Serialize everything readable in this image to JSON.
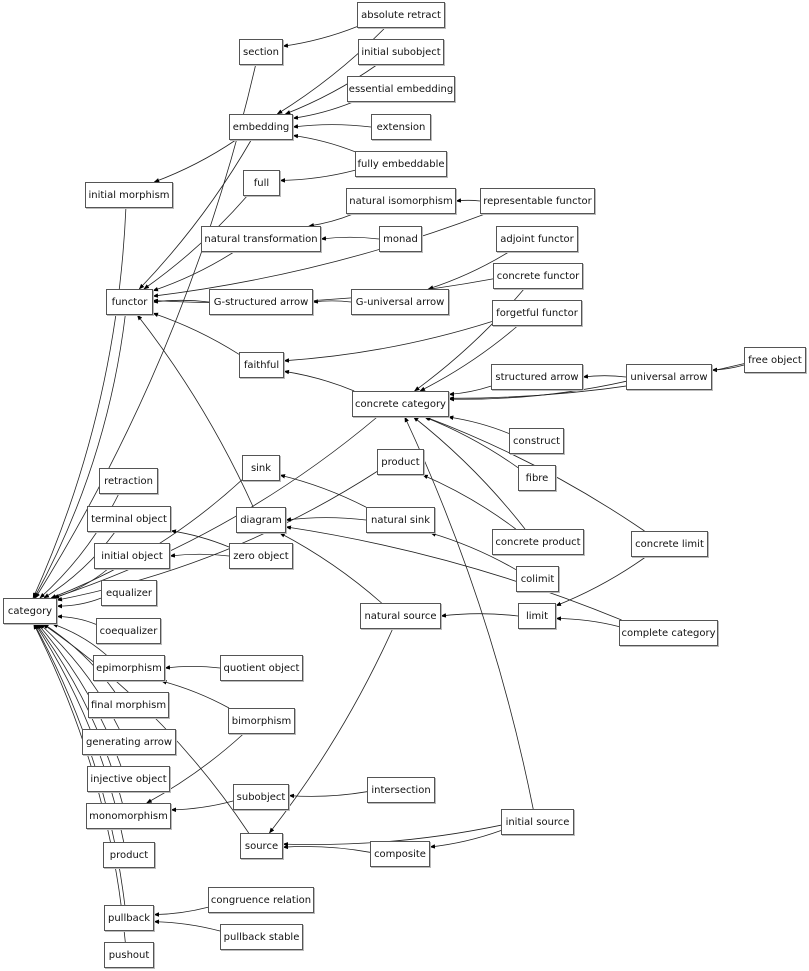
{
  "diagram": {
    "type": "directed-graph",
    "nodes": [
      {
        "id": "absolute_retract",
        "label": "absolute retract"
      },
      {
        "id": "section",
        "label": "section"
      },
      {
        "id": "initial_subobject",
        "label": "initial subobject"
      },
      {
        "id": "essential_embedding",
        "label": "essential embedding"
      },
      {
        "id": "embedding",
        "label": "embedding"
      },
      {
        "id": "extension",
        "label": "extension"
      },
      {
        "id": "fully_embeddable",
        "label": "fully embeddable"
      },
      {
        "id": "initial_morphism",
        "label": "initial morphism"
      },
      {
        "id": "full",
        "label": "full"
      },
      {
        "id": "natural_isomorphism",
        "label": "natural isomorphism"
      },
      {
        "id": "representable_functor",
        "label": "representable functor"
      },
      {
        "id": "natural_transformation",
        "label": "natural transformation"
      },
      {
        "id": "monad",
        "label": "monad"
      },
      {
        "id": "adjoint_functor",
        "label": "adjoint functor"
      },
      {
        "id": "concrete_functor",
        "label": "concrete functor"
      },
      {
        "id": "functor",
        "label": "functor"
      },
      {
        "id": "g_structured_arrow",
        "label": "G-structured arrow"
      },
      {
        "id": "g_universal_arrow",
        "label": "G-universal arrow"
      },
      {
        "id": "forgetful_functor",
        "label": "forgetful functor"
      },
      {
        "id": "faithful",
        "label": "faithful"
      },
      {
        "id": "free_object",
        "label": "free object"
      },
      {
        "id": "structured_arrow",
        "label": "structured arrow"
      },
      {
        "id": "universal_arrow",
        "label": "universal arrow"
      },
      {
        "id": "concrete_category",
        "label": "concrete category"
      },
      {
        "id": "construct",
        "label": "construct"
      },
      {
        "id": "product_top",
        "label": "product"
      },
      {
        "id": "sink",
        "label": "sink"
      },
      {
        "id": "fibre",
        "label": "fibre"
      },
      {
        "id": "retraction",
        "label": "retraction"
      },
      {
        "id": "terminal_object",
        "label": "terminal object"
      },
      {
        "id": "diagram",
        "label": "diagram"
      },
      {
        "id": "natural_sink",
        "label": "natural sink"
      },
      {
        "id": "concrete_product",
        "label": "concrete product"
      },
      {
        "id": "concrete_limit",
        "label": "concrete limit"
      },
      {
        "id": "initial_object",
        "label": "initial object"
      },
      {
        "id": "zero_object",
        "label": "zero object"
      },
      {
        "id": "colimit",
        "label": "colimit"
      },
      {
        "id": "equalizer",
        "label": "equalizer"
      },
      {
        "id": "category",
        "label": "category"
      },
      {
        "id": "natural_source",
        "label": "natural source"
      },
      {
        "id": "limit",
        "label": "limit"
      },
      {
        "id": "complete_category",
        "label": "complete category"
      },
      {
        "id": "coequalizer",
        "label": "coequalizer"
      },
      {
        "id": "epimorphism",
        "label": "epimorphism"
      },
      {
        "id": "quotient_object",
        "label": "quotient object"
      },
      {
        "id": "final_morphism",
        "label": "final morphism"
      },
      {
        "id": "bimorphism",
        "label": "bimorphism"
      },
      {
        "id": "generating_arrow",
        "label": "generating arrow"
      },
      {
        "id": "injective_object",
        "label": "injective object"
      },
      {
        "id": "intersection",
        "label": "intersection"
      },
      {
        "id": "subobject",
        "label": "subobject"
      },
      {
        "id": "monomorphism",
        "label": "monomorphism"
      },
      {
        "id": "initial_source",
        "label": "initial source"
      },
      {
        "id": "source",
        "label": "source"
      },
      {
        "id": "product_bottom",
        "label": "product"
      },
      {
        "id": "composite",
        "label": "composite"
      },
      {
        "id": "congruence_relation",
        "label": "congruence relation"
      },
      {
        "id": "pullback",
        "label": "pullback"
      },
      {
        "id": "pullback_stable",
        "label": "pullback stable"
      },
      {
        "id": "pushout",
        "label": "pushout"
      }
    ],
    "edges": [
      [
        "absolute_retract",
        "section"
      ],
      [
        "absolute_retract",
        "embedding"
      ],
      [
        "initial_subobject",
        "embedding"
      ],
      [
        "essential_embedding",
        "embedding"
      ],
      [
        "extension",
        "embedding"
      ],
      [
        "fully_embeddable",
        "embedding"
      ],
      [
        "fully_embeddable",
        "full"
      ],
      [
        "embedding",
        "initial_morphism"
      ],
      [
        "embedding",
        "functor"
      ],
      [
        "section",
        "category"
      ],
      [
        "initial_morphism",
        "category"
      ],
      [
        "full",
        "functor"
      ],
      [
        "natural_isomorphism",
        "natural_transformation"
      ],
      [
        "representable_functor",
        "natural_isomorphism"
      ],
      [
        "representable_functor",
        "functor"
      ],
      [
        "monad",
        "natural_transformation"
      ],
      [
        "natural_transformation",
        "functor"
      ],
      [
        "adjoint_functor",
        "g_universal_arrow"
      ],
      [
        "g_universal_arrow",
        "g_structured_arrow"
      ],
      [
        "g_structured_arrow",
        "functor"
      ],
      [
        "concrete_functor",
        "functor"
      ],
      [
        "concrete_functor",
        "concrete_category"
      ],
      [
        "forgetful_functor",
        "faithful"
      ],
      [
        "forgetful_functor",
        "concrete_category"
      ],
      [
        "faithful",
        "functor"
      ],
      [
        "functor",
        "category"
      ],
      [
        "free_object",
        "universal_arrow"
      ],
      [
        "free_object",
        "concrete_category"
      ],
      [
        "universal_arrow",
        "structured_arrow"
      ],
      [
        "universal_arrow",
        "concrete_category"
      ],
      [
        "structured_arrow",
        "concrete_category"
      ],
      [
        "concrete_category",
        "faithful"
      ],
      [
        "concrete_category",
        "category"
      ],
      [
        "construct",
        "concrete_category"
      ],
      [
        "fibre",
        "concrete_category"
      ],
      [
        "concrete_product",
        "concrete_category"
      ],
      [
        "concrete_product",
        "product_top"
      ],
      [
        "concrete_limit",
        "concrete_category"
      ],
      [
        "concrete_limit",
        "limit"
      ],
      [
        "initial_source",
        "concrete_category"
      ],
      [
        "initial_source",
        "source"
      ],
      [
        "initial_source",
        "composite"
      ],
      [
        "product_top",
        "category"
      ],
      [
        "sink",
        "category"
      ],
      [
        "natural_sink",
        "sink"
      ],
      [
        "natural_sink",
        "diagram"
      ],
      [
        "diagram",
        "functor"
      ],
      [
        "natural_source",
        "diagram"
      ],
      [
        "natural_source",
        "source"
      ],
      [
        "complete_category",
        "diagram"
      ],
      [
        "complete_category",
        "limit"
      ],
      [
        "limit",
        "natural_source"
      ],
      [
        "colimit",
        "natural_sink"
      ],
      [
        "retraction",
        "category"
      ],
      [
        "terminal_object",
        "category"
      ],
      [
        "initial_object",
        "category"
      ],
      [
        "zero_object",
        "terminal_object"
      ],
      [
        "zero_object",
        "initial_object"
      ],
      [
        "equalizer",
        "category"
      ],
      [
        "coequalizer",
        "category"
      ],
      [
        "epimorphism",
        "category"
      ],
      [
        "quotient_object",
        "epimorphism"
      ],
      [
        "bimorphism",
        "epimorphism"
      ],
      [
        "bimorphism",
        "monomorphism"
      ],
      [
        "final_morphism",
        "category"
      ],
      [
        "generating_arrow",
        "category"
      ],
      [
        "injective_object",
        "category"
      ],
      [
        "monomorphism",
        "category"
      ],
      [
        "subobject",
        "monomorphism"
      ],
      [
        "intersection",
        "subobject"
      ],
      [
        "product_bottom",
        "category"
      ],
      [
        "source",
        "category"
      ],
      [
        "composite",
        "source"
      ],
      [
        "pullback",
        "category"
      ],
      [
        "congruence_relation",
        "pullback"
      ],
      [
        "pullback_stable",
        "pullback"
      ],
      [
        "pushout",
        "category"
      ]
    ]
  }
}
